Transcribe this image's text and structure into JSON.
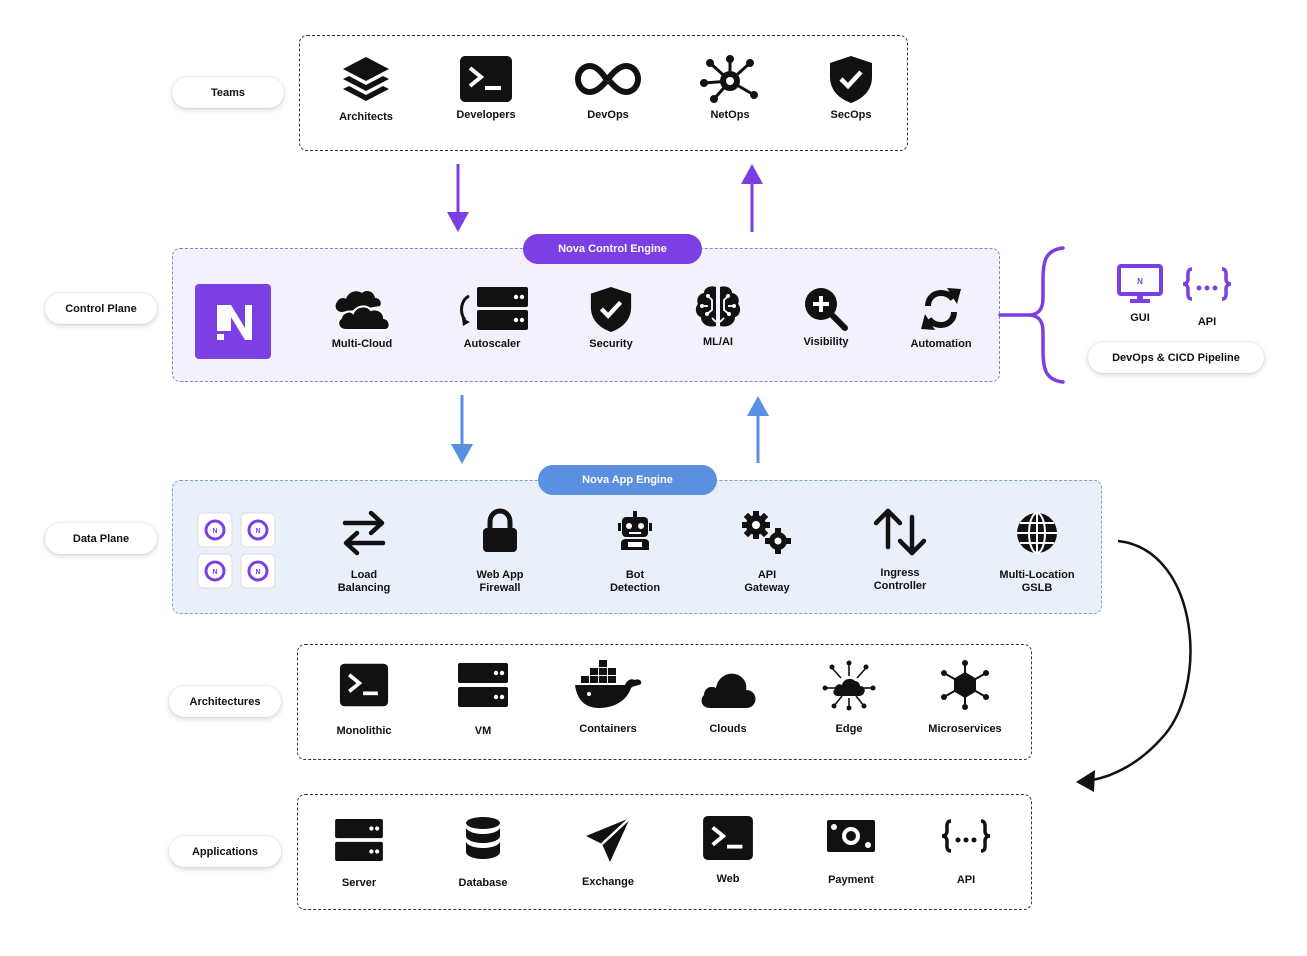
{
  "rows": {
    "teams": {
      "label": "Teams",
      "items": [
        {
          "label": "Architects",
          "icon": "stack-layers-icon"
        },
        {
          "label": "Developers",
          "icon": "terminal-icon"
        },
        {
          "label": "DevOps",
          "icon": "infinity-icon"
        },
        {
          "label": "NetOps",
          "icon": "network-hub-icon"
        },
        {
          "label": "SecOps",
          "icon": "shield-check-icon"
        }
      ]
    },
    "control_plane": {
      "label": "Control Plane",
      "engine": "Nova Control Engine",
      "items": [
        {
          "label": "Multi-Cloud",
          "icon": "clouds-icon"
        },
        {
          "label": "Autoscaler",
          "icon": "server-refresh-icon"
        },
        {
          "label": "Security",
          "icon": "shield-check-icon"
        },
        {
          "label": "ML/AI",
          "icon": "brain-icon"
        },
        {
          "label": "Visibility",
          "icon": "zoom-in-icon"
        },
        {
          "label": "Automation",
          "icon": "refresh-icon"
        }
      ]
    },
    "data_plane": {
      "label": "Data Plane",
      "engine": "Nova App Engine",
      "items": [
        {
          "label": "Load\nBalancing",
          "icon": "swap-arrows-icon"
        },
        {
          "label": "Web App\nFirewall",
          "icon": "lock-icon"
        },
        {
          "label": "Bot\nDetection",
          "icon": "robot-icon"
        },
        {
          "label": "API\nGateway",
          "icon": "gears-icon"
        },
        {
          "label": "Ingress\nController",
          "icon": "up-down-arrows-icon"
        },
        {
          "label": "Multi-Location\nGSLB",
          "icon": "globe-icon"
        }
      ]
    },
    "architectures": {
      "label": "Architectures",
      "items": [
        {
          "label": "Monolithic",
          "icon": "terminal-icon"
        },
        {
          "label": "VM",
          "icon": "server-icon"
        },
        {
          "label": "Containers",
          "icon": "whale-icon"
        },
        {
          "label": "Clouds",
          "icon": "cloud-icon"
        },
        {
          "label": "Edge",
          "icon": "edge-cloud-icon"
        },
        {
          "label": "Microservices",
          "icon": "hexagon-network-icon"
        }
      ]
    },
    "applications": {
      "label": "Applications",
      "items": [
        {
          "label": "Server",
          "icon": "server-icon"
        },
        {
          "label": "Database",
          "icon": "database-icon"
        },
        {
          "label": "Exchange",
          "icon": "paper-plane-icon"
        },
        {
          "label": "Web",
          "icon": "terminal-icon"
        },
        {
          "label": "Payment",
          "icon": "banknote-icon"
        },
        {
          "label": "API",
          "icon": "braces-icon"
        }
      ]
    }
  },
  "pipeline": {
    "label": "DevOps & CICD Pipeline",
    "gui": "GUI",
    "api": "API",
    "logo_letter": "N"
  },
  "colors": {
    "purple": "#7b3fe4",
    "blue": "#5b8fdf",
    "control_bg": "#f3f1fb",
    "data_bg": "#eaf0fa"
  }
}
